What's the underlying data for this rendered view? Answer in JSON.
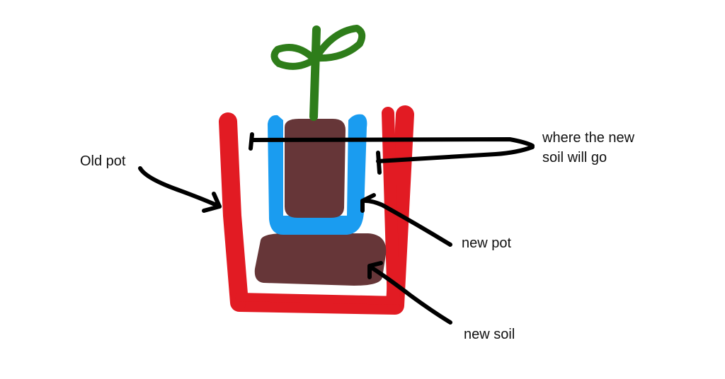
{
  "labels": {
    "old_pot": "Old pot",
    "where_line1": "where the new",
    "where_line2": "soil will go",
    "new_pot": "new pot",
    "new_soil": "new soil"
  },
  "colors": {
    "old_pot": "#e21b23",
    "new_pot": "#1a9cf0",
    "soil": "#663638",
    "plant": "#2e7d1a",
    "arrows": "#000000",
    "background": "#ffffff"
  }
}
